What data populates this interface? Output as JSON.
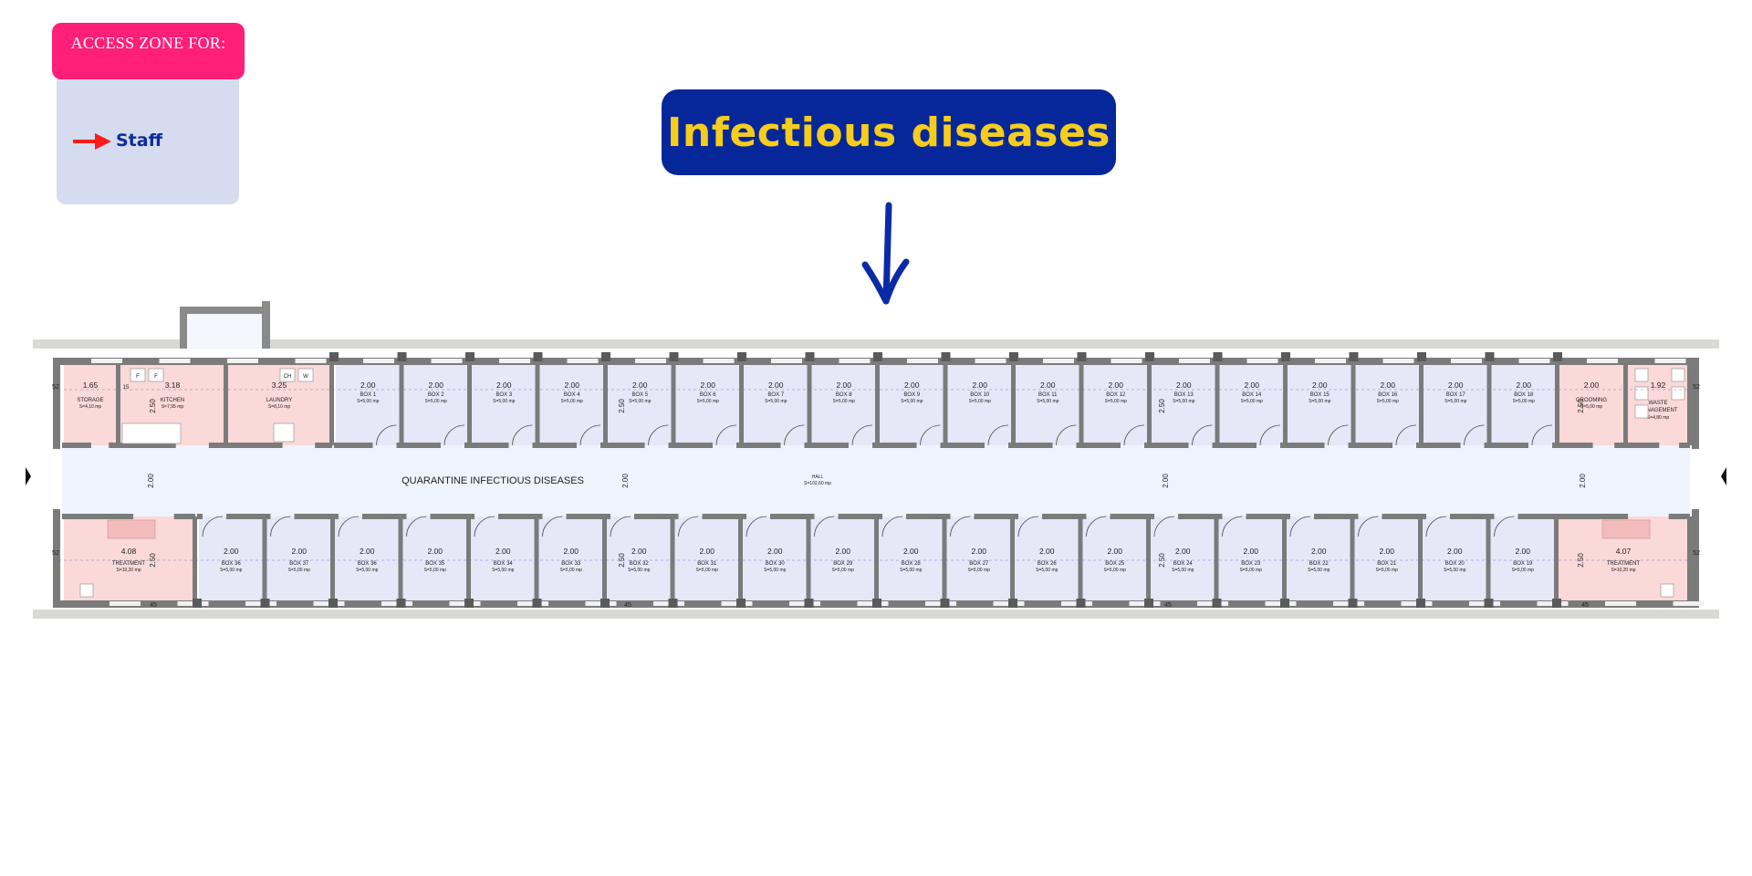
{
  "legend": {
    "title": "ACCESS ZONE FOR:",
    "items": [
      {
        "label": "Staff",
        "color": "#ff1b1b"
      }
    ]
  },
  "title": "Infectious diseases",
  "colors": {
    "accent_pink": "#ff1f78",
    "navy": "#06279a",
    "yellow": "#f7cd1d",
    "box_fill": "#e6e8f7",
    "staff_fill": "#fbd9d9",
    "hall_fill": "#eef4fd",
    "wall": "#7b7b7b"
  },
  "plan": {
    "hall_label": "QUARANTINE INFECTIOUS DISEASES",
    "hall_name": "HALL",
    "hall_area": "S=102,60 mp",
    "hall_width_marks": [
      "2.00",
      "2.00",
      "2.00",
      "2.00"
    ],
    "top_left_rooms": [
      {
        "dim": "1.65",
        "name": "STORAGE",
        "area": "S=4,10 mp"
      },
      {
        "dim": "3.18",
        "name": "KITCHEN",
        "area": "S=7,95 mp"
      },
      {
        "dim": "3.25",
        "name": "LAUNDRY",
        "area": "S=8,10 mp"
      }
    ],
    "top_boxes": [
      {
        "dim": "2.00",
        "name": "BOX 1",
        "area": "S=5,00 mp"
      },
      {
        "dim": "2.00",
        "name": "BOX 2",
        "area": "S=5,00 mp"
      },
      {
        "dim": "2.00",
        "name": "BOX 3",
        "area": "S=5,00 mp"
      },
      {
        "dim": "2.00",
        "name": "BOX 4",
        "area": "S=5,00 mp"
      },
      {
        "dim": "2.00",
        "name": "BOX 5",
        "area": "S=5,00 mp"
      },
      {
        "dim": "2.00",
        "name": "BOX 6",
        "area": "S=5,00 mp"
      },
      {
        "dim": "2.00",
        "name": "BOX 7",
        "area": "S=5,00 mp"
      },
      {
        "dim": "2.00",
        "name": "BOX 8",
        "area": "S=5,00 mp"
      },
      {
        "dim": "2.00",
        "name": "BOX 9",
        "area": "S=5,00 mp"
      },
      {
        "dim": "2.00",
        "name": "BOX 10",
        "area": "S=5,00 mp"
      },
      {
        "dim": "2.00",
        "name": "BOX 11",
        "area": "S=5,00 mp"
      },
      {
        "dim": "2.00",
        "name": "BOX 12",
        "area": "S=5,00 mp"
      },
      {
        "dim": "2.00",
        "name": "BOX 13",
        "area": "S=5,00 mp"
      },
      {
        "dim": "2.00",
        "name": "BOX 14",
        "area": "S=5,00 mp"
      },
      {
        "dim": "2.00",
        "name": "BOX 15",
        "area": "S=5,00 mp"
      },
      {
        "dim": "2.00",
        "name": "BOX 16",
        "area": "S=5,00 mp"
      },
      {
        "dim": "2.00",
        "name": "BOX 17",
        "area": "S=5,00 mp"
      },
      {
        "dim": "2.00",
        "name": "BOX 18",
        "area": "S=5,00 mp"
      }
    ],
    "top_right_rooms": [
      {
        "dim": "2.00",
        "name": "GROOMING",
        "area": "S=5,00 mp"
      },
      {
        "dim": "1.92",
        "name": "WASTE MANAGEMENT",
        "area": "S=4,80 mp"
      }
    ],
    "bottom_left_room": {
      "dim": "4.08",
      "name": "TREATMENT",
      "area": "S=10,20 mp"
    },
    "bottom_boxes": [
      {
        "dim": "2.00",
        "name": "BOX 36",
        "area": "S=5,00 mp"
      },
      {
        "dim": "2.00",
        "name": "BOX 37",
        "area": "S=5,00 mp"
      },
      {
        "dim": "2.00",
        "name": "BOX 36",
        "area": "S=5,00 mp"
      },
      {
        "dim": "2.00",
        "name": "BOX 35",
        "area": "S=5,00 mp"
      },
      {
        "dim": "2.00",
        "name": "BOX 34",
        "area": "S=5,00 mp"
      },
      {
        "dim": "2.00",
        "name": "BOX 33",
        "area": "S=5,00 mp"
      },
      {
        "dim": "2.00",
        "name": "BOX 32",
        "area": "S=5,00 mp"
      },
      {
        "dim": "2.00",
        "name": "BOX 31",
        "area": "S=5,00 mp"
      },
      {
        "dim": "2.00",
        "name": "BOX 30",
        "area": "S=5,00 mp"
      },
      {
        "dim": "2.00",
        "name": "BOX 29",
        "area": "S=5,00 mp"
      },
      {
        "dim": "2.00",
        "name": "BOX 28",
        "area": "S=5,00 mp"
      },
      {
        "dim": "2.00",
        "name": "BOX 27",
        "area": "S=5,00 mp"
      },
      {
        "dim": "2.00",
        "name": "BOX 26",
        "area": "S=5,00 mp"
      },
      {
        "dim": "2.00",
        "name": "BOX 25",
        "area": "S=5,00 mp"
      },
      {
        "dim": "2.00",
        "name": "BOX 24",
        "area": "S=5,00 mp"
      },
      {
        "dim": "2.00",
        "name": "BOX 23",
        "area": "S=5,00 mp"
      },
      {
        "dim": "2.00",
        "name": "BOX 22",
        "area": "S=5,00 mp"
      },
      {
        "dim": "2.00",
        "name": "BOX 21",
        "area": "S=5,00 mp"
      },
      {
        "dim": "2.00",
        "name": "BOX 20",
        "area": "S=5,00 mp"
      },
      {
        "dim": "2.00",
        "name": "BOX 19",
        "area": "S=5,00 mp"
      }
    ],
    "bottom_right_room": {
      "dim": "4.07",
      "name": "TREATMENT",
      "area": "S=10,20 mp"
    },
    "edge_marks": [
      "52",
      "52",
      "52",
      "52",
      "45",
      "45",
      "45",
      "45"
    ],
    "room_depth_marks": [
      "2.50",
      "2.50",
      "2.50",
      "2.50",
      "2.50",
      "2.50",
      "2.50",
      "2.50"
    ],
    "wall_marks": [
      "15"
    ],
    "fixture_labels": [
      "F",
      "F",
      "CH",
      "W"
    ]
  }
}
